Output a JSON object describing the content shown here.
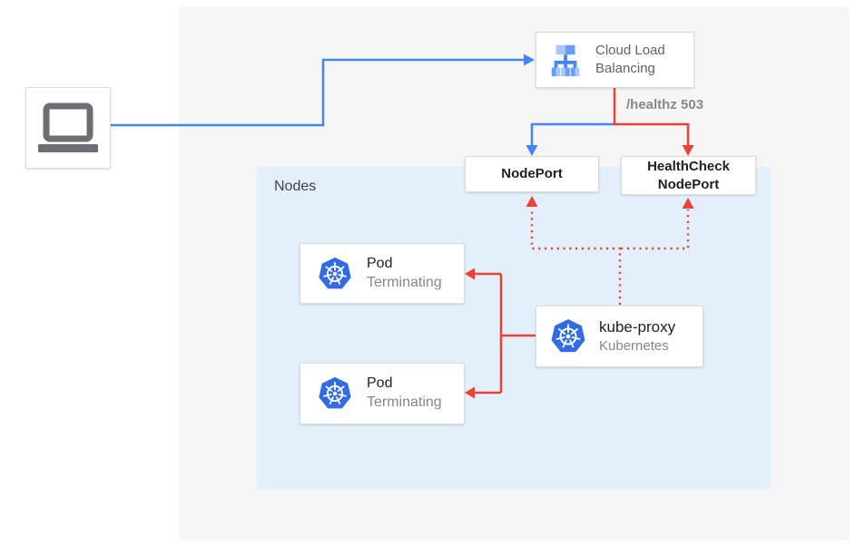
{
  "regions": {
    "nodes_label": "Nodes"
  },
  "client": {
    "icon": "laptop-icon"
  },
  "cloud_lb": {
    "title": "Cloud Load Balancing",
    "icon": "cloud-load-balancing-icon"
  },
  "healthz_label": "/healthz 503",
  "nodeport": {
    "label": "NodePort"
  },
  "healthcheck_nodeport": {
    "label": "HealthCheck NodePort"
  },
  "pods": [
    {
      "title": "Pod",
      "status": "Terminating",
      "icon": "kubernetes-icon"
    },
    {
      "title": "Pod",
      "status": "Terminating",
      "icon": "kubernetes-icon"
    }
  ],
  "kube_proxy": {
    "title": "kube-proxy",
    "subtitle": "Kubernetes",
    "icon": "kubernetes-icon"
  },
  "colors": {
    "traffic_blue": "#4285F4",
    "healthcheck_red": "#EA4335",
    "kubernetes_blue": "#326CE5",
    "nodes_region_bg": "#E3F0FC",
    "outer_region_bg": "#F5F5F6",
    "laptop_gray": "#6B6E72"
  }
}
